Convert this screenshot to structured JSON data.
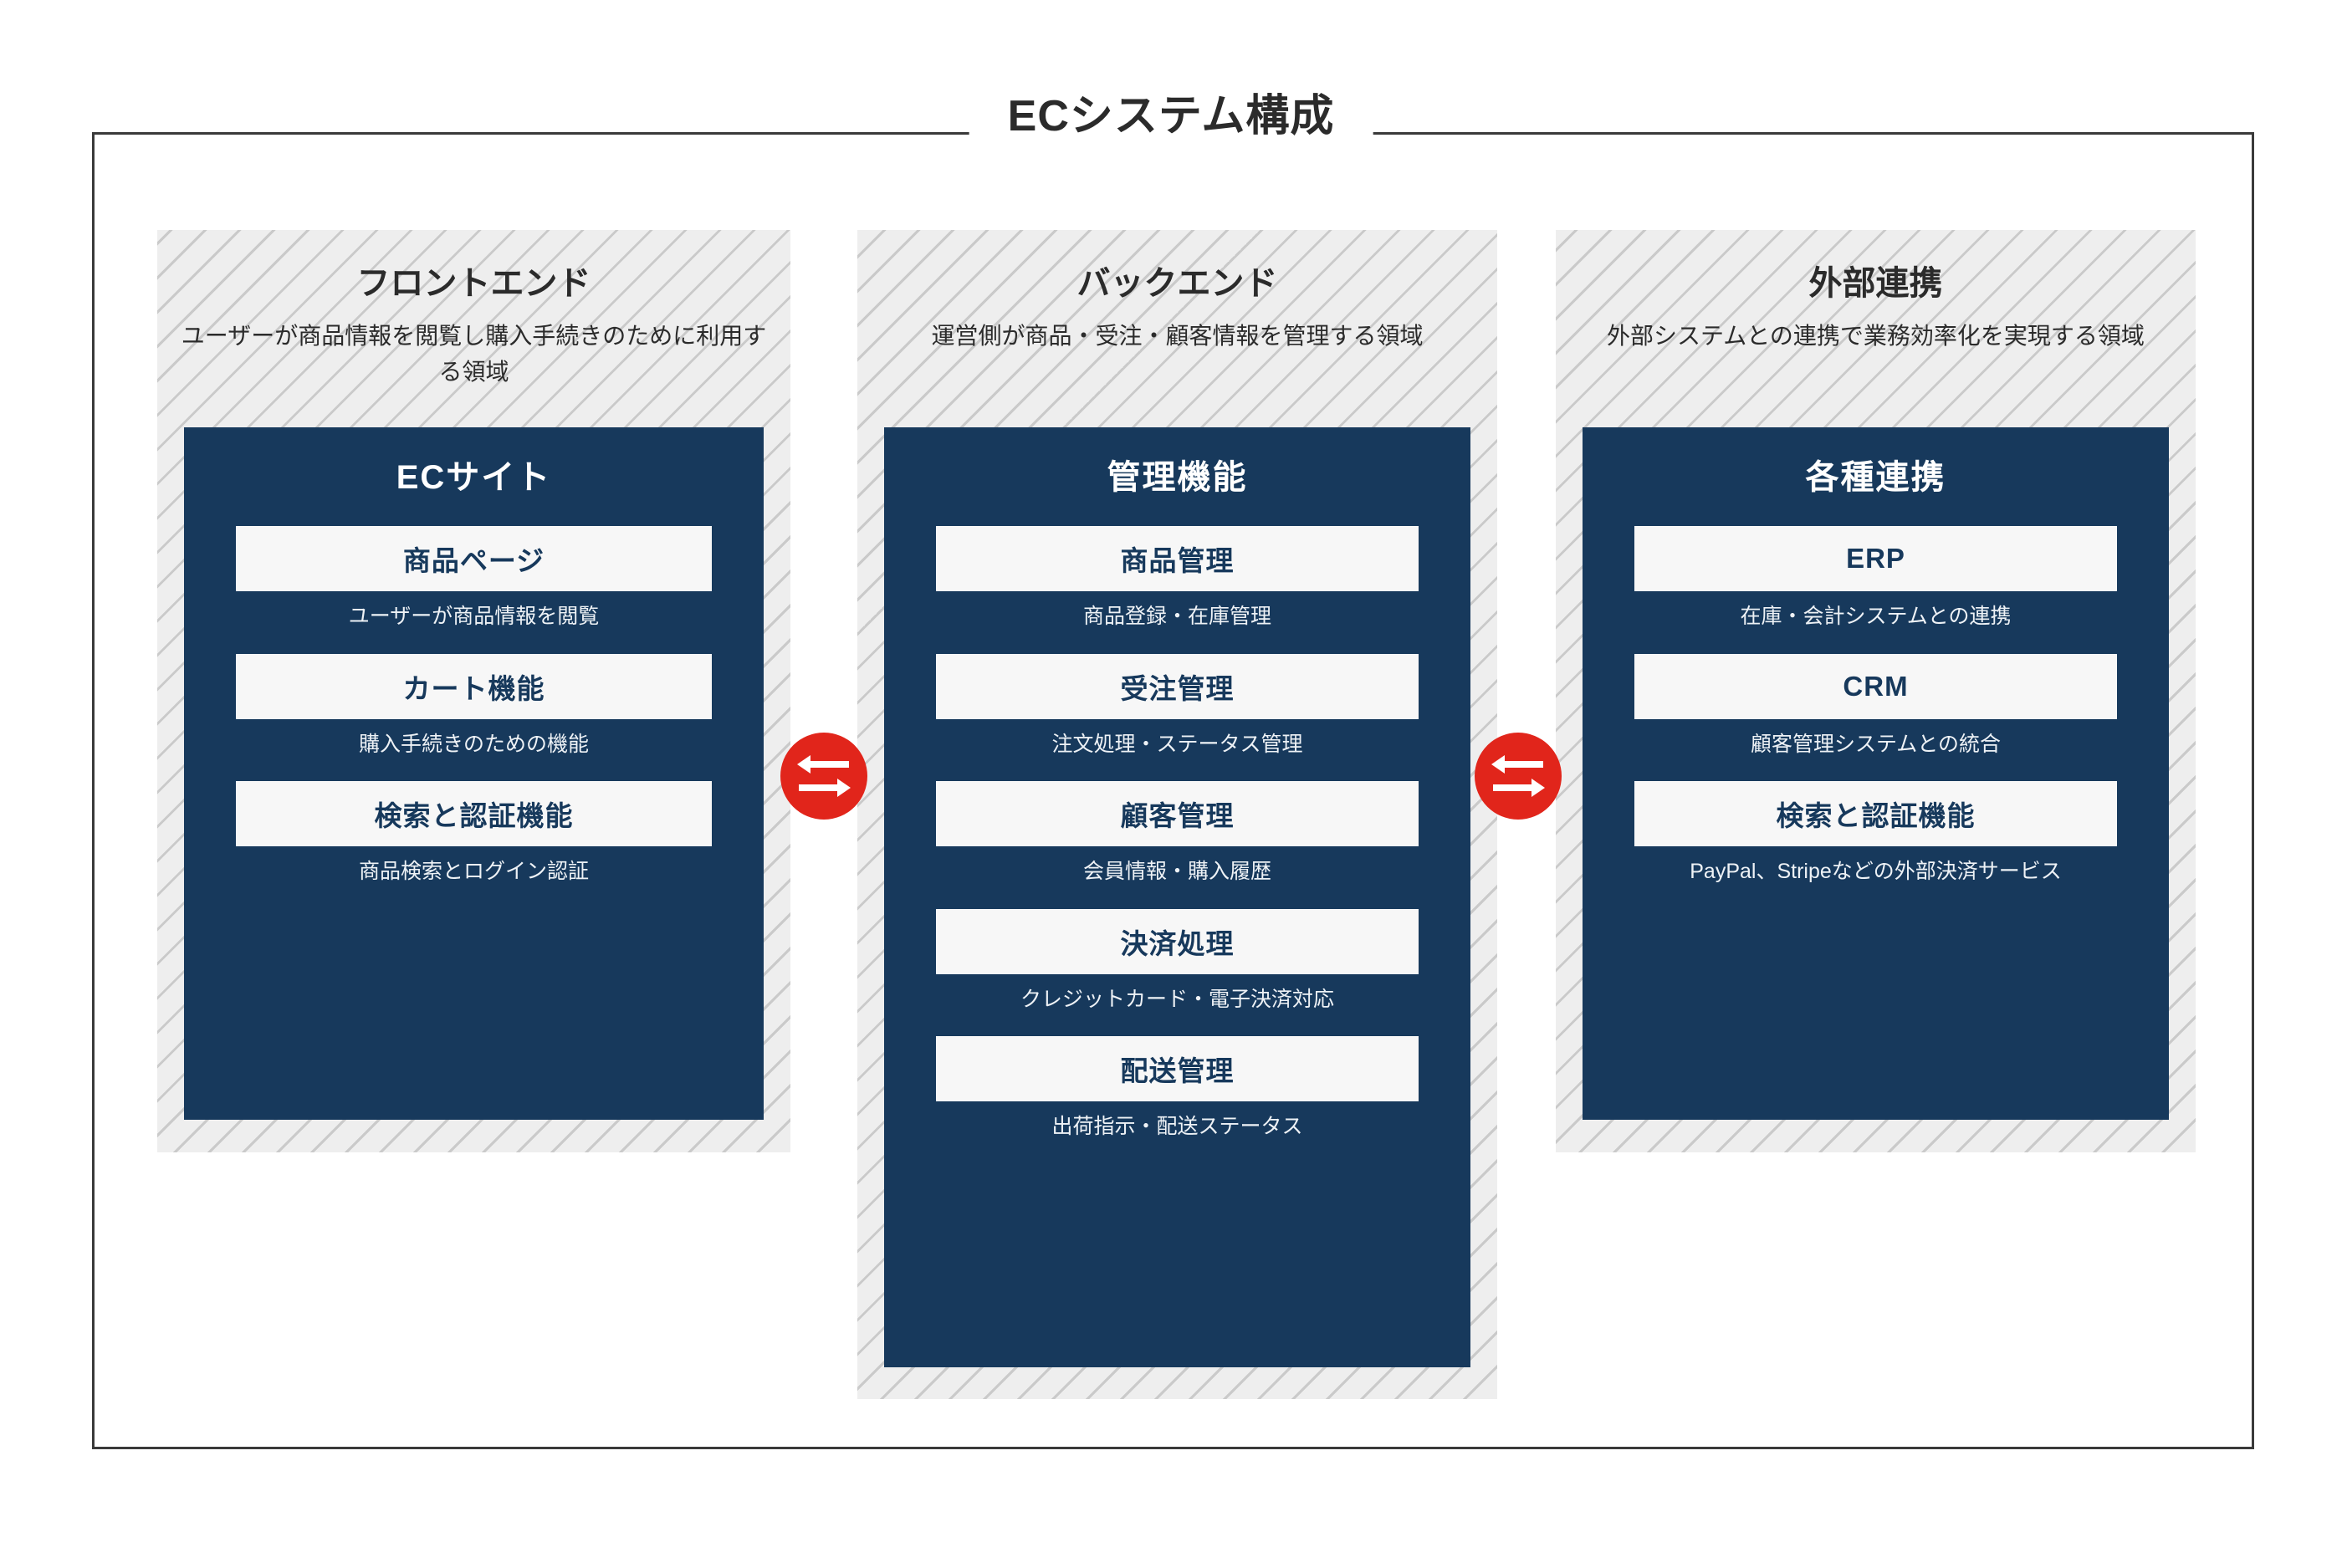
{
  "diagram": {
    "title": "ECシステム構成",
    "colors": {
      "frame_border": "#3a3a3a",
      "panel_navy": "#17395c",
      "column_hatch": "#eeeeee",
      "connector_red": "#e1251b",
      "item_box": "#f7f7f7"
    },
    "columns": [
      {
        "id": "frontend",
        "title": "フロントエンド",
        "description": "ユーザーが商品情報を閲覧し購入手続きのために利用する領域",
        "panel_title": "ECサイト",
        "items": [
          {
            "label": "商品ページ",
            "desc": "ユーザーが商品情報を閲覧"
          },
          {
            "label": "カート機能",
            "desc": "購入手続きのための機能"
          },
          {
            "label": "検索と認証機能",
            "desc": "商品検索とログイン認証"
          }
        ]
      },
      {
        "id": "backend",
        "title": "バックエンド",
        "description": "運営側が商品・受注・顧客情報を管理する領域",
        "panel_title": "管理機能",
        "items": [
          {
            "label": "商品管理",
            "desc": "商品登録・在庫管理"
          },
          {
            "label": "受注管理",
            "desc": "注文処理・ステータス管理"
          },
          {
            "label": "顧客管理",
            "desc": "会員情報・購入履歴"
          },
          {
            "label": "決済処理",
            "desc": "クレジットカード・電子決済対応"
          },
          {
            "label": "配送管理",
            "desc": "出荷指示・配送ステータス"
          }
        ]
      },
      {
        "id": "external",
        "title": "外部連携",
        "description": "外部システムとの連携で業務効率化を実現する領域",
        "panel_title": "各種連携",
        "items": [
          {
            "label": "ERP",
            "desc": "在庫・会計システムとの連携"
          },
          {
            "label": "CRM",
            "desc": "顧客管理システムとの統合"
          },
          {
            "label": "検索と認証機能",
            "desc": "PayPal、Stripeなどの外部決済サービス"
          }
        ]
      }
    ],
    "connectors": [
      {
        "id": "frontend-backend",
        "icon": "bidirectional-arrows-icon"
      },
      {
        "id": "backend-external",
        "icon": "bidirectional-arrows-icon"
      }
    ]
  }
}
